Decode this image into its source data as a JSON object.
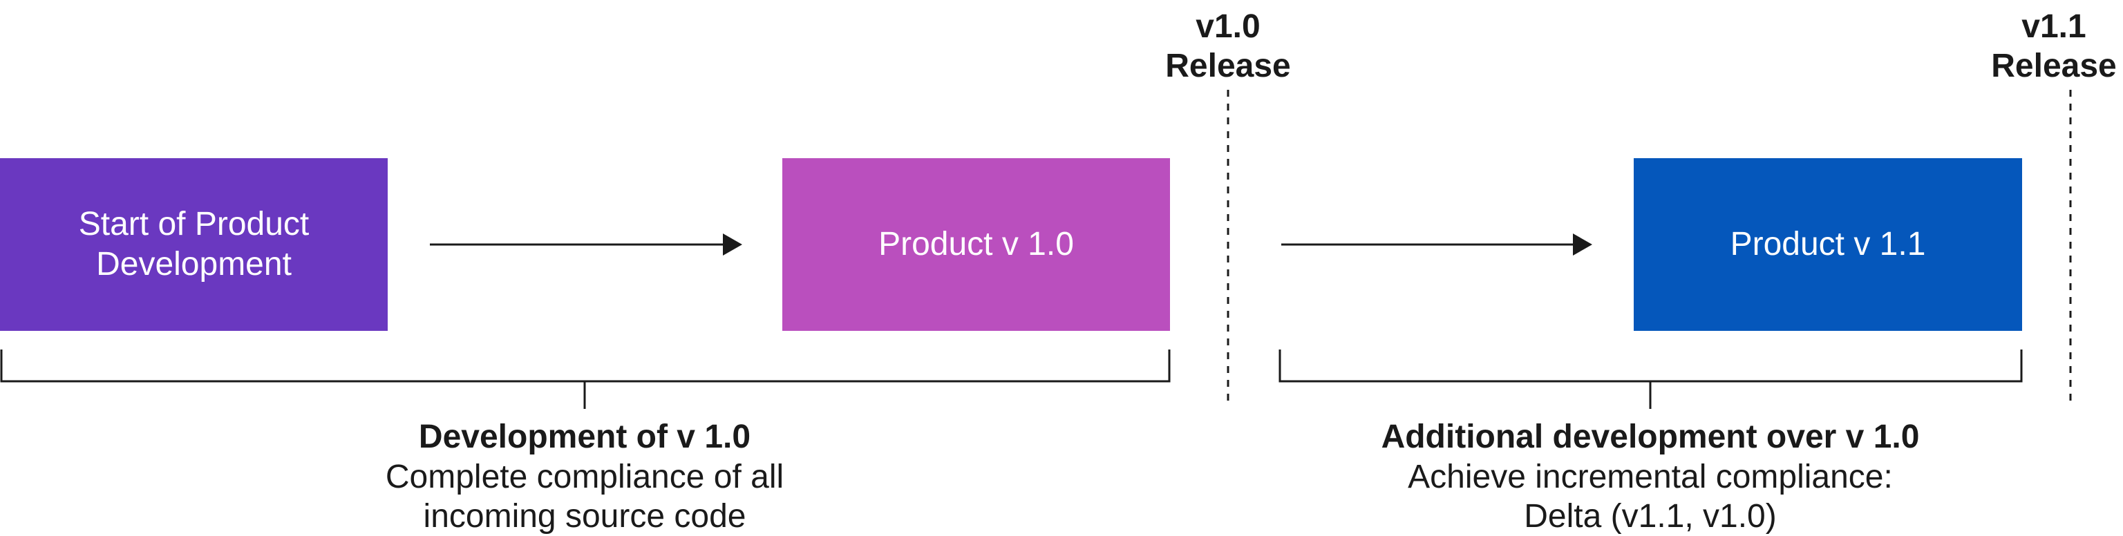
{
  "releases": [
    {
      "version": "v1.0",
      "label": "Release"
    },
    {
      "version": "v1.1",
      "label": "Release"
    }
  ],
  "boxes": [
    {
      "label": "Start of Product Development",
      "color": "#6a38c0"
    },
    {
      "label": "Product v 1.0",
      "color": "#ba4fbe"
    },
    {
      "label": "Product v 1.1",
      "color": "#0557bb"
    }
  ],
  "sections": [
    {
      "title": "Development of v 1.0",
      "line1": "Complete compliance of all",
      "line2": "incoming source code"
    },
    {
      "title": "Additional development over v 1.0",
      "line1": "Achieve incremental compliance:",
      "line2": "Delta (v1.1, v1.0)"
    }
  ],
  "colors": {
    "line": "#1a1a1a",
    "box_text": "#ffffff"
  }
}
